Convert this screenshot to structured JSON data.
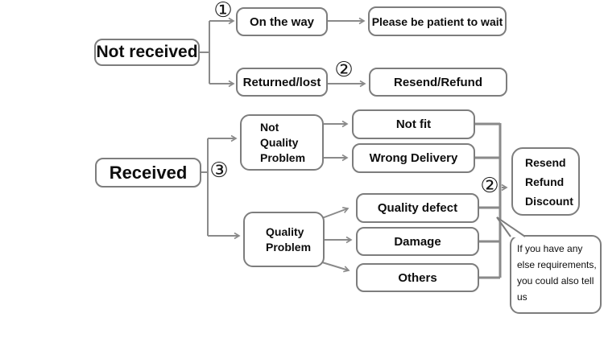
{
  "colors": {
    "box_border": "#7d7d7d",
    "connector_line": "#8a8a8a",
    "text": "#0d0d0d",
    "background": "#ffffff"
  },
  "markers": {
    "step1": "①",
    "step2_top": "②",
    "step3": "③",
    "step2_right": "②"
  },
  "nodes": {
    "not_received": "Not received",
    "on_the_way": "On the way",
    "please_wait": "Please be patient to wait",
    "returned_lost": "Returned/lost",
    "resend_refund": "Resend/Refund",
    "received": "Received",
    "not_quality_problem": "Not\nQuality\nProblem",
    "not_fit": "Not fit",
    "wrong_delivery": "Wrong Delivery",
    "quality_problem": "Quality\nProblem",
    "quality_defect": "Quality defect",
    "damage": "Damage",
    "others": "Others",
    "resend_refund_discount": "Resend\nRefund\nDiscount",
    "note": "If you have any\nelse requirements,\nyou could also tell\nus"
  }
}
